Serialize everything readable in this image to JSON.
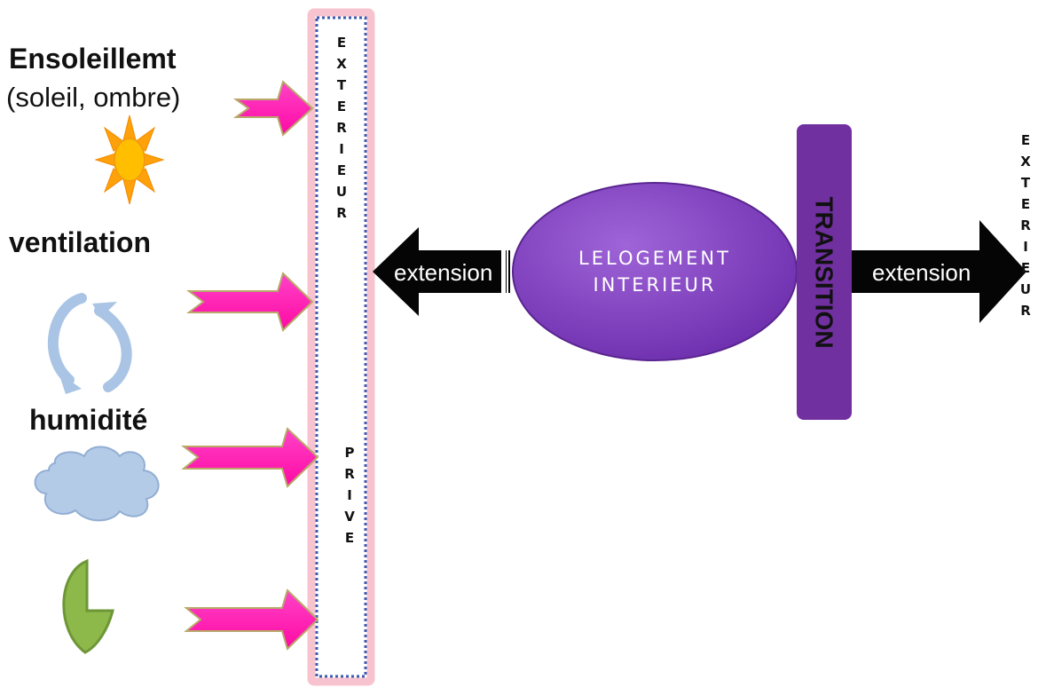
{
  "left_factors": {
    "sunlight_title": "Ensoleillemt",
    "sunlight_subtitle": "(soleil, ombre)",
    "ventilation_title": "ventilation",
    "humidity_title": "humidité"
  },
  "boundary_panel": {
    "exterior_letters": [
      "E",
      "X",
      "T",
      "E",
      "R",
      "I",
      "E",
      "U",
      "R"
    ],
    "private_letters": [
      "P",
      "R",
      "I",
      "V",
      "E"
    ]
  },
  "center": {
    "line1": "LELOGEMENT",
    "line2": "INTERIEUR"
  },
  "left_arrow_label": "extension",
  "right_arrow_label": "extension",
  "transition_label": "TRANSITION",
  "right_exterior_letters": [
    "E",
    "X",
    "T",
    "E",
    "R",
    "I",
    "E",
    "U",
    "R"
  ],
  "colors": {
    "pink_arrow": "#ff1fb4",
    "purple": "#7030a0",
    "ellipse_purple": "#8a4cc4",
    "sun": "#ffa500",
    "cycle_blue": "#a9c4e4",
    "cloud_blue": "#b4cbe8",
    "leaf_green": "#8db84a",
    "panel_border": "#f3a3b6",
    "panel_dots": "#3e5bb2"
  },
  "icons": [
    "sun-icon",
    "cycle-arrows-icon",
    "cloud-icon",
    "leaf-icon"
  ]
}
